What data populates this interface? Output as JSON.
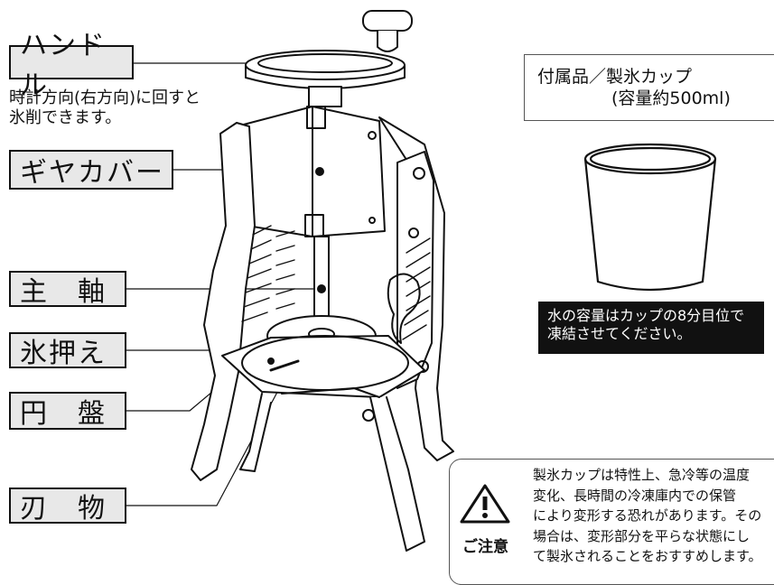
{
  "labels": {
    "handle": "ハンドル",
    "gear_cover": "ギヤカバー",
    "main_shaft": "主　軸",
    "ice_press": "氷押え",
    "disk": "円　盤",
    "blade": "刃　物"
  },
  "handle_description": [
    "時計方向(右方向)に回すと",
    "氷削できます。"
  ],
  "accessory": {
    "title": "付属品／製氷カップ",
    "capacity": "(容量約500ml)"
  },
  "water_notice": [
    "水の容量はカップの8分目位で",
    "凍結させてください。"
  ],
  "caution": {
    "label": "ご注意",
    "lines": [
      "製氷カップは特性上、急冷等の温度",
      "変化、長時間の冷凍庫内での保管",
      "により変形する恐れがあります。その",
      "場合は、変形部分を平らな状態にし",
      "て製氷されることをおすすめします。"
    ]
  }
}
